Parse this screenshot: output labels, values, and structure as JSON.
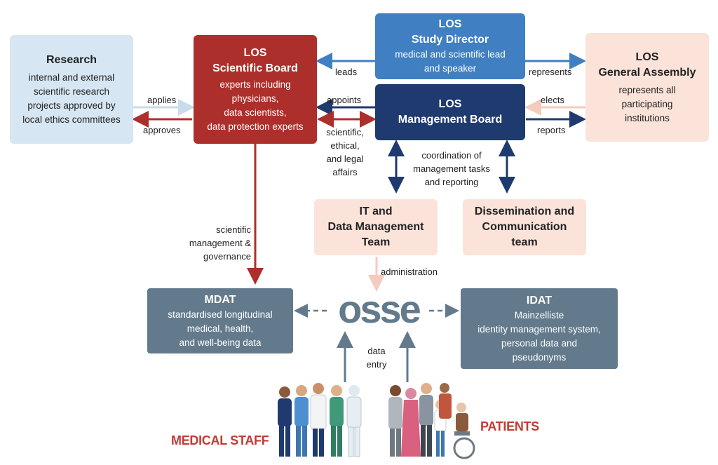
{
  "boxes": {
    "research": {
      "title": "Research",
      "desc": "internal and external\nscientific research\nprojects approved by\nlocal ethics committees"
    },
    "scientific_board": {
      "title": "LOS\nScientific Board",
      "desc": "experts including\nphysicians,\ndata scientists,\ndata protection experts"
    },
    "study_director": {
      "title": "LOS\nStudy Director",
      "desc": "medical and scientific lead\nand speaker"
    },
    "management_board": {
      "title": "LOS\nManagement Board"
    },
    "general_assembly": {
      "title": "LOS\nGeneral Assembly",
      "desc": "represents all\nparticipating\ninstitutions"
    },
    "it_team": {
      "title": "IT and\nData Management\nTeam"
    },
    "dissemination": {
      "title": "Dissemination and\nCommunication\nteam"
    },
    "mdat": {
      "title": "MDAT",
      "desc": "standardised longitudinal\nmedical, health,\nand well-being data"
    },
    "idat": {
      "title": "IDAT",
      "desc": "Mainzelliste\nidentity management system,\npersonal data and\npseudonyms"
    }
  },
  "labels": {
    "applies": "applies",
    "approves": "approves",
    "leads": "leads",
    "represents": "represents",
    "appoints": "appoints",
    "elects": "elects",
    "reports": "reports",
    "scientific_affairs": "scientific,\nethical,\nand legal\naffairs",
    "coordination": "coordination of\nmanagement tasks\nand reporting",
    "sci_management": "scientific\nmanagement &\ngovernance",
    "administration": "administration",
    "data_entry": "data\nentry"
  },
  "logo": {
    "text": "osse"
  },
  "groups": {
    "medical_staff": "MEDICAL STAFF",
    "patients": "PATIENTS"
  },
  "colors": {
    "research_bg": "#d6e6f2",
    "scientific_red": "#ac2f2b",
    "director_blue": "#3f7fc2",
    "management_navy": "#1f3a6e",
    "assembly_bg": "#fbe3da",
    "team_bg": "#fbe3da",
    "data_grey": "#627a8c",
    "accent_red": "#c23b33"
  }
}
